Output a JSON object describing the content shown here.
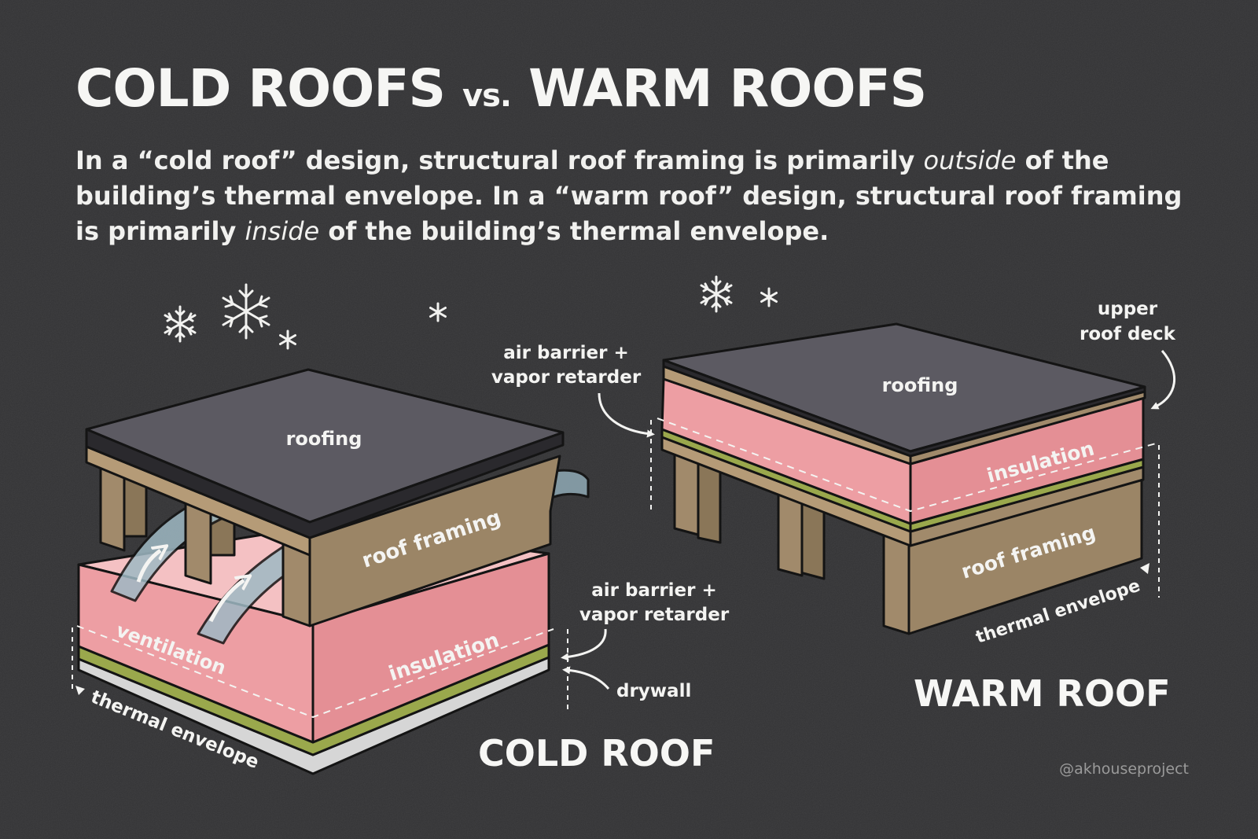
{
  "header": {
    "title_part1": "COLD ROOFS",
    "title_vs": "vs.",
    "title_part2": "WARM ROOFS",
    "intro": {
      "p1": "In a “cold roof” design, structural roof framing is primarily ",
      "p1_em": "outside",
      "p2": " of the building’s thermal envelope. In a “warm roof” design, structural roof framing is primarily ",
      "p2_em": "inside",
      "p3": " of the building’s thermal envelope."
    }
  },
  "cold_roof": {
    "caption": "COLD ROOF",
    "labels": {
      "roofing": "roofing",
      "roof_framing": "roof framing",
      "ventilation": "ventilation",
      "insulation": "insulation",
      "air_barrier_line1": "air barrier +",
      "air_barrier_line2": "vapor retarder",
      "drywall": "drywall",
      "thermal_envelope": "thermal envelope"
    }
  },
  "warm_roof": {
    "caption": "WARM ROOF",
    "labels": {
      "roofing": "roofing",
      "insulation": "insulation",
      "roof_framing": "roof framing",
      "air_barrier_line1": "air barrier +",
      "air_barrier_line2": "vapor retarder",
      "upper_deck_line1": "upper",
      "upper_deck_line2": "roof deck",
      "thermal_envelope": "thermal envelope"
    }
  },
  "credit": "@akhouseproject",
  "colors": {
    "background": "#333335",
    "roofing": "#5c5a62",
    "wood": "#9b8566",
    "insulation": "#e7959a",
    "membrane": "#9aa84c",
    "drywall": "#d6d6d6",
    "outline": "#141414"
  }
}
